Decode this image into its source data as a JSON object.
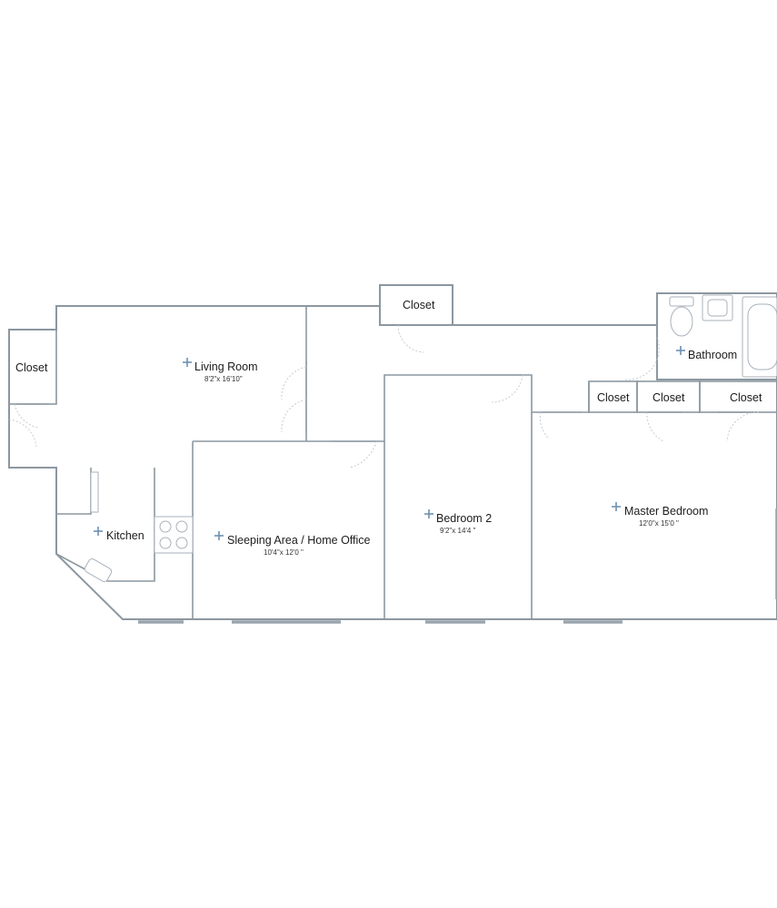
{
  "colors": {
    "wall": "#8c97a0",
    "marker": "#6d8fb3",
    "text": "#1c1c1c",
    "background": "#ffffff"
  },
  "rooms": {
    "closet_left": {
      "name": "Closet"
    },
    "living_room": {
      "name": "Living Room",
      "dims": "8'2\"x 16'10\""
    },
    "closet_top": {
      "name": "Closet"
    },
    "bathroom": {
      "name": "Bathroom"
    },
    "closet_hall_1": {
      "name": "Closet"
    },
    "closet_hall_2": {
      "name": "Closet"
    },
    "closet_hall_3": {
      "name": "Closet"
    },
    "kitchen": {
      "name": "Kitchen"
    },
    "sleeping_area": {
      "name": "Sleeping Area / Home Office",
      "dims": "10'4\"x 12'0 \""
    },
    "bedroom_2": {
      "name": "Bedroom 2",
      "dims": "9'2\"x 14'4 \""
    },
    "master_bedroom": {
      "name": "Master Bedroom",
      "dims": "12'0\"x 15'0 \""
    }
  }
}
